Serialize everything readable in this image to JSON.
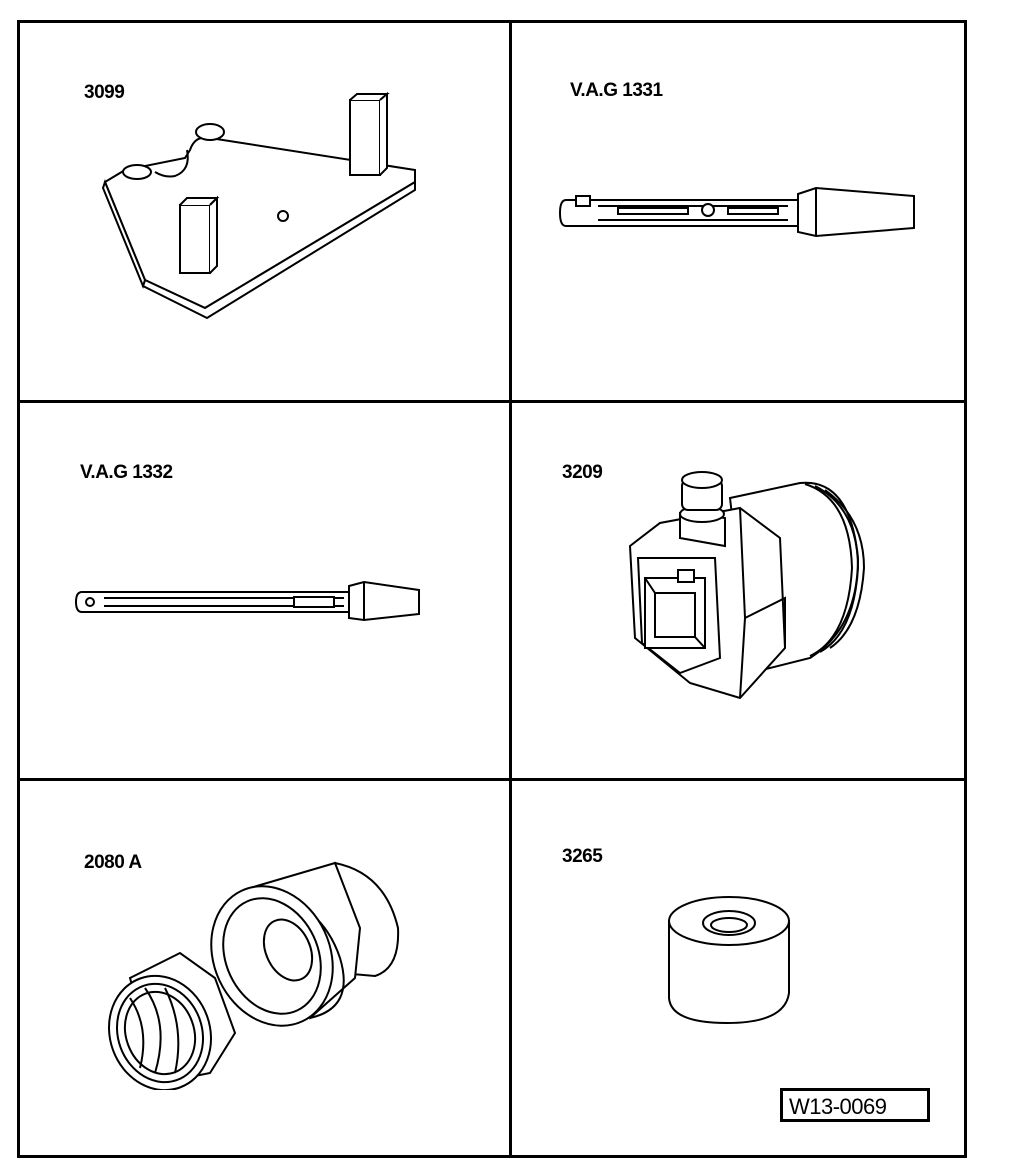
{
  "cells": [
    {
      "label": "3099",
      "icon": "setting-plate-icon"
    },
    {
      "label": "V.A.G 1331",
      "icon": "torque-wrench-icon"
    },
    {
      "label": "V.A.G 1332",
      "icon": "torque-wrench-long-icon"
    },
    {
      "label": "3209",
      "icon": "socket-adapter-icon"
    },
    {
      "label": "2080 A",
      "icon": "puller-sleeves-icon"
    },
    {
      "label": "3265",
      "icon": "bushing-icon"
    }
  ],
  "reference": "W13-0069"
}
